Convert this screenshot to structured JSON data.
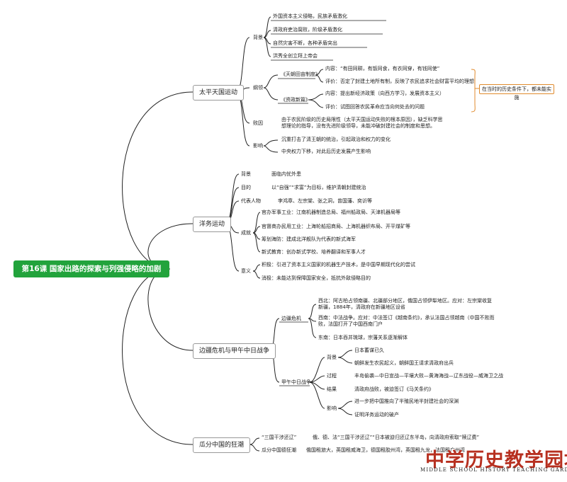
{
  "root": "第16课 国家出路的探索与列强侵略的加剧",
  "taiping": {
    "title": "太平天国运动",
    "bg_label": "背景",
    "bg_items": [
      "外国资本主义侵略，民族矛盾激化",
      "清政府吏治腐败，阶级矛盾激化",
      "自然灾害不断，各种矛盾突出",
      "洪秀全创立拜上帝会"
    ],
    "gangling_label": "纲领",
    "tianchao": "《天朝田亩制度》",
    "tianchao_content": "内容：“有田同耕，有饭同食，有衣同穿，有钱同使”",
    "tianchao_eval": "评价：否定了封建土地所有制，反映了农民追求社会财富平均的理想",
    "zizheng": "《资政新篇》",
    "zizheng_content": "内容：提出新经济政策（向西方学习，发展资本主义）",
    "zizheng_eval": "评价：试图回答农民革命应当向何处去的问题",
    "callout": "在当时的历史条件下，都未能实施",
    "defeat_label": "败因",
    "defeat_text": "由于农民阶级的历史局限性（太平天国运动失败的根本原因），缺乏科学思想理论的指导，没有先进阶级领导，未能冲破封建社会的制度和思想。",
    "impact_label": "影响",
    "impact_items": [
      "沉重打击了清王朝的统治，引起政治和权力的变化",
      "中央权力下移，对此后历史发展产生影响"
    ]
  },
  "yangwu": {
    "title": "洋务运动",
    "bg_label": "背景",
    "bg_text": "面临内忧外患",
    "goal_label": "目的",
    "goal_text": "以“自强”“求富”为目标，维护清朝封建统治",
    "people_label": "代表人物",
    "people_text": "李鸿章、左宗棠、张之洞，曾国藩、奕䜣等",
    "result_label": "成就",
    "result_items": [
      "官办军事工业：江南机器制造总局、福州船政局、天津机器局等",
      "官督商办民用工业：上海轮船招商局、上海机器织布局、开平煤矿等",
      "筹划海防：建成北洋舰队为代表的新式海军",
      "新式教育：创办新式学校、培养翻译和军事人才"
    ],
    "meaning_label": "意义",
    "meaning_items": [
      "积极：引进了资本主义国家的机器生产技术，是中国早期现代化的尝试",
      "消极：未能达到保障国家安全，抵抗外敌侵略目的"
    ]
  },
  "border": {
    "title": "边疆危机与甲午中日战争",
    "crisis_label": "边疆危机",
    "crisis_items": [
      "西北：阿古柏占领南疆、北疆部分地区，俄国占领伊犁地区。应对：左宗棠收复新疆，1884年，清政府在新疆地区设省",
      "西南：中法战争。应对：中法签订《越南条约》，承认法国占领越南（中国不败而败，法国打开了中国西南门户",
      "东南：日本吞并琉球，宗藩关系逐渐解体"
    ],
    "war_label": "甲午中日战争",
    "war_bg_label": "背景",
    "war_bg_items": [
      "日本蓄谋已久",
      "朝鲜发生农民起义，朝鲜国王请求清政府出兵"
    ],
    "process_label": "过程",
    "process_text": "丰岛偷袭—中日宣战—平壤大败—黄海海战—辽东战役—威海卫之战",
    "outcome_label": "结果",
    "outcome_text": "清政府战败，被迫签订《马关条约》",
    "impact_label": "影响",
    "impact_items": [
      "进一步把中国推向了半殖民地半封建社会的深渊",
      "证明洋务运动的破产"
    ]
  },
  "partition": {
    "title": "瓜分中国的狂潮",
    "item1_label": "“三国干涉还辽”",
    "item1_text": "俄、德、法“三国干涉还辽”“日本被迫归还辽东半岛，向清政府索取“赎辽费”",
    "item2_label": "瓜分中国德狂潮",
    "item2_text": "俄国租旅大，英国租威海卫，德国租胶州湾，英国租九龙，法国租广州湾"
  },
  "logo": {
    "cn": "中学历史教学园地",
    "en": "MIDDLE SCHOOL HISTORY TEACHING GARDEN"
  },
  "colors": {
    "root_bg": "#22a33c",
    "line": "#222222",
    "callout": "#e08a2c",
    "logo": "#b73020"
  }
}
